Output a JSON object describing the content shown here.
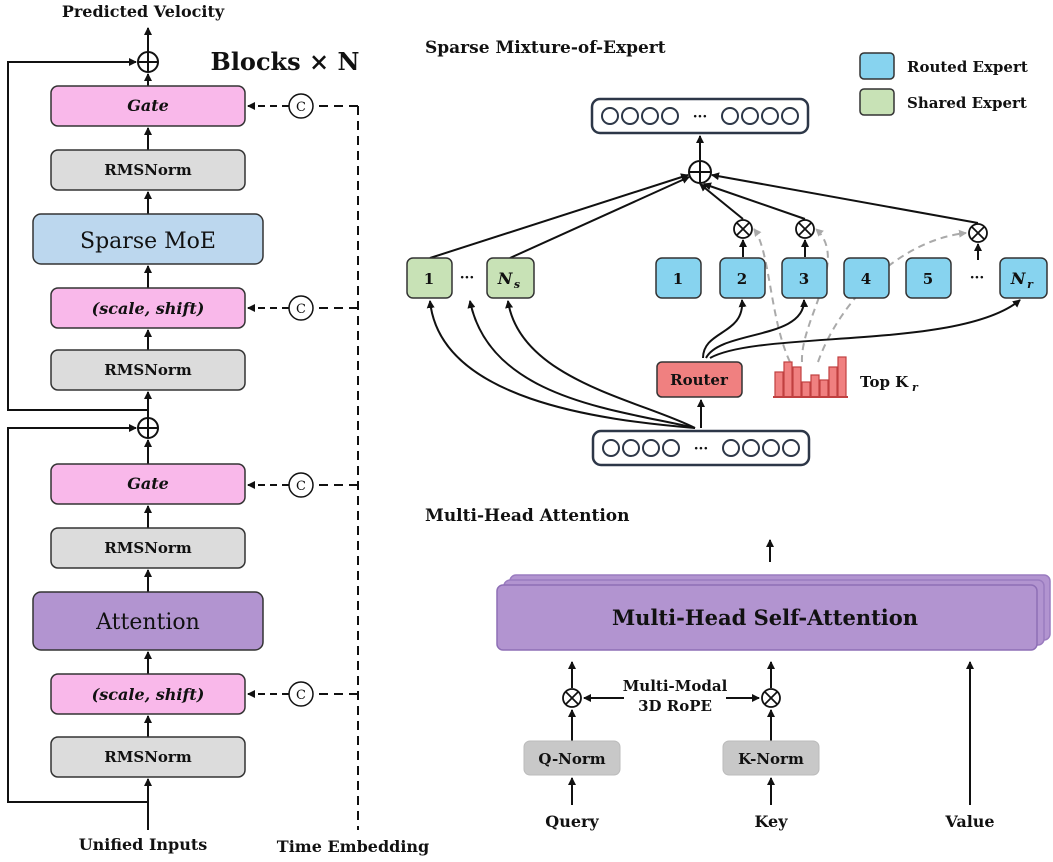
{
  "block": {
    "title": "Blocks × N",
    "output_label": "Predicted Velocity",
    "input_label": "Unified Inputs",
    "time_label": "Time Embedding",
    "gate": "Gate",
    "rmsnorm": "RMSNorm",
    "scale_shift": "(scale, shift)",
    "moe": "Sparse MoE",
    "attention": "Attention",
    "concat_symbol": "C"
  },
  "moe": {
    "title": "Sparse Mixture-of-Expert",
    "legend_routed": "Routed Expert",
    "legend_shared": "Shared Expert",
    "router": "Router",
    "topk": "Top K",
    "topk_sub": "r",
    "shared_experts": [
      "1",
      "N"
    ],
    "shared_sub": "s",
    "routed_experts": [
      "1",
      "2",
      "3",
      "4",
      "5",
      "N"
    ],
    "routed_sub": "r",
    "ellipsis": "···",
    "colors": {
      "routed": "#87d3ef",
      "shared": "#c8e2b6",
      "router": "#f08080",
      "gate": "#f9b8ea",
      "moe": "#bcd7ee",
      "attn": "#b294d0",
      "norm": "#dcdcdc"
    }
  },
  "mha": {
    "title": "Multi-Head Attention",
    "main": "Multi-Head Self-Attention",
    "rope_line1": "Multi-Modal",
    "rope_line2": "3D RoPE",
    "qnorm": "Q-Norm",
    "knorm": "K-Norm",
    "query": "Query",
    "key": "Key",
    "value": "Value"
  }
}
